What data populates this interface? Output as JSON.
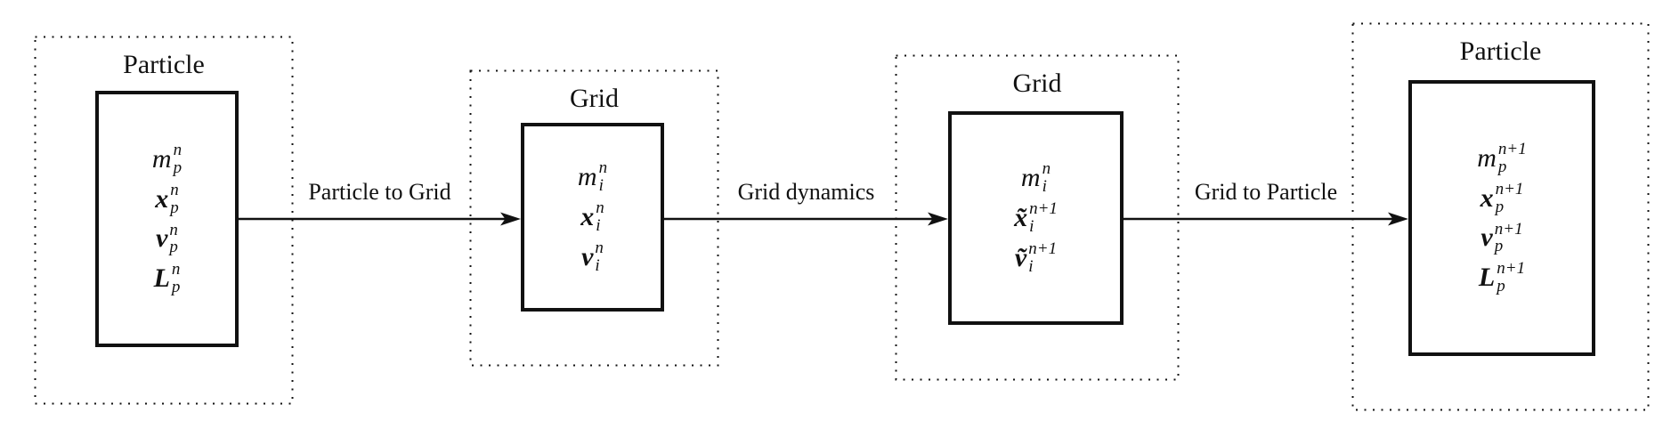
{
  "diagram": {
    "title_hidden": "",
    "accent_color": "#111111",
    "background_color": "#ffffff",
    "nodes": [
      {
        "title": "Particle",
        "symbols": [
          {
            "base": "m",
            "sup": "n",
            "sub": "p"
          },
          {
            "base": "x",
            "sup": "n",
            "sub": "p"
          },
          {
            "base": "v",
            "sup": "n",
            "sub": "p"
          },
          {
            "base": "L",
            "sup": "n",
            "sub": "p"
          }
        ]
      },
      {
        "title": "Grid",
        "symbols": [
          {
            "base": "m",
            "sup": "n",
            "sub": "i"
          },
          {
            "base": "x",
            "sup": "n",
            "sub": "i"
          },
          {
            "base": "v",
            "sup": "n",
            "sub": "i"
          }
        ]
      },
      {
        "title": "Grid",
        "symbols": [
          {
            "base": "m",
            "sup": "n",
            "sub": "i"
          },
          {
            "base": "x̃",
            "sup": "n+1",
            "sub": "i"
          },
          {
            "base": "ṽ",
            "sup": "n+1",
            "sub": "i"
          }
        ]
      },
      {
        "title": "Particle",
        "symbols": [
          {
            "base": "m",
            "sup": "n+1",
            "sub": "p"
          },
          {
            "base": "x",
            "sup": "n+1",
            "sub": "p"
          },
          {
            "base": "v",
            "sup": "n+1",
            "sub": "p"
          },
          {
            "base": "L",
            "sup": "n+1",
            "sub": "p"
          }
        ]
      }
    ],
    "arrows": [
      {
        "label": "Particle to Grid"
      },
      {
        "label": "Grid dynamics"
      },
      {
        "label": "Grid to Particle"
      }
    ]
  }
}
